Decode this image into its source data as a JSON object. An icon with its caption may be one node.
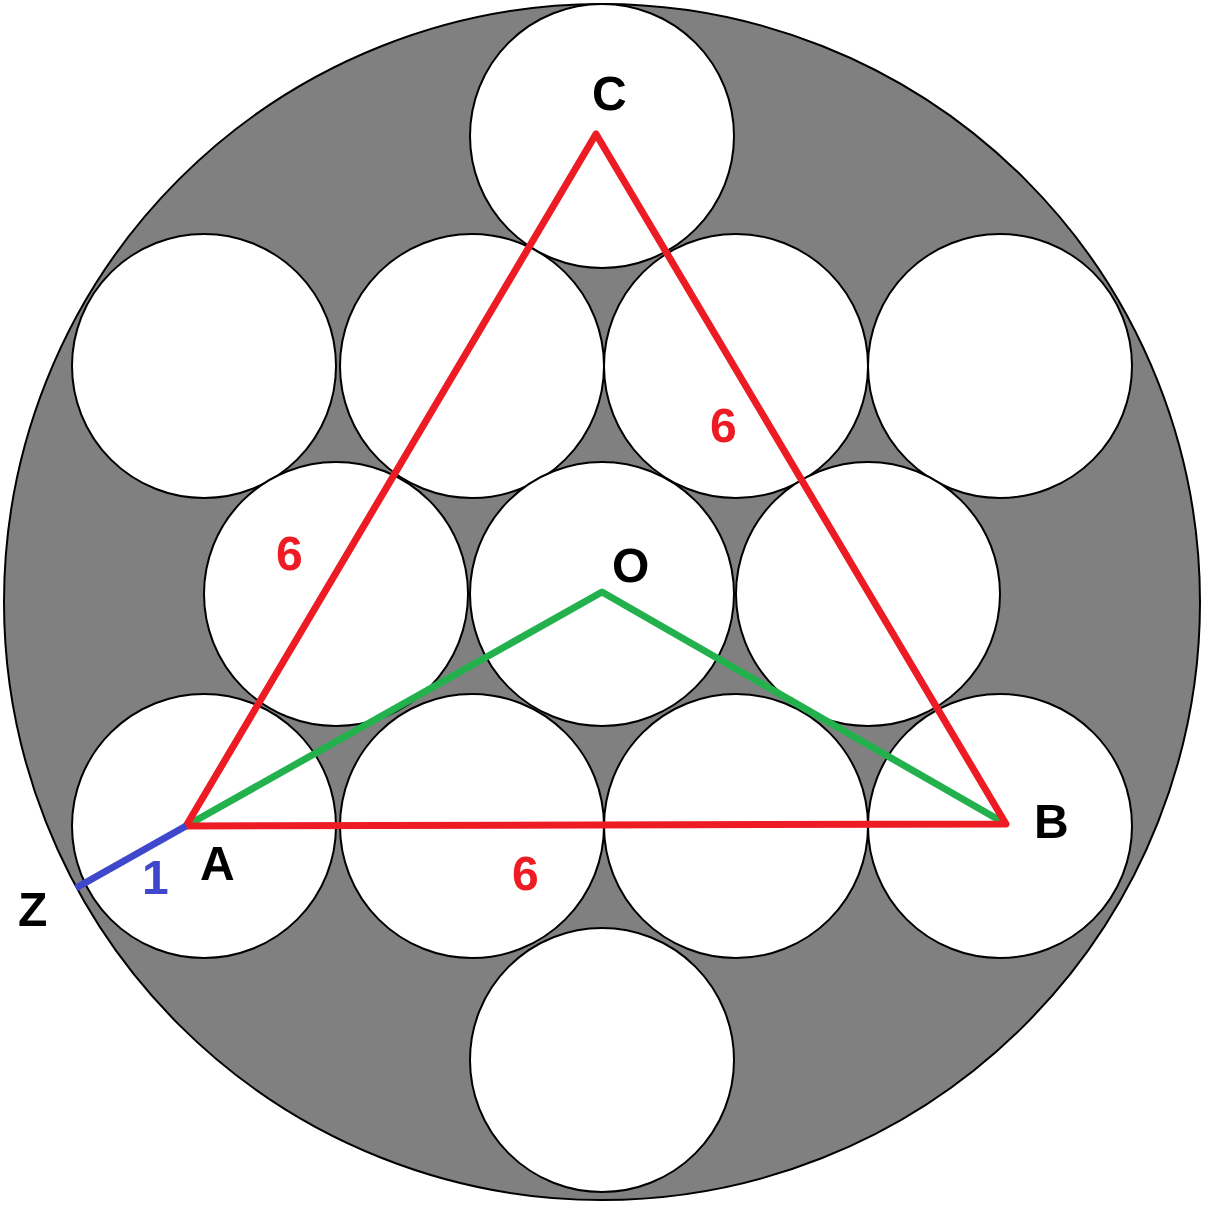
{
  "diagram": {
    "labels": [
      "C",
      "6",
      "6",
      "O",
      "B",
      "Z",
      "1",
      "A",
      "6"
    ]
  }
}
